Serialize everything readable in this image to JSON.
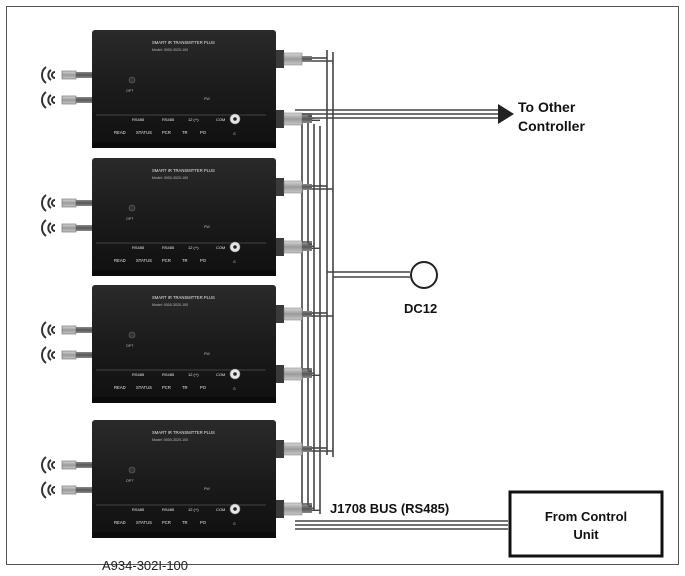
{
  "labels": {
    "to_other_controller_line1": "To Other",
    "to_other_controller_line2": "Controller",
    "dc_supply": "DC12",
    "bus": "J1708 BUS (RS485)",
    "from_control_unit_line1": "From Control",
    "from_control_unit_line2": "Unit",
    "part_number": "A934-302I-100"
  },
  "module": {
    "title": "SMART IR TRANSMITTER PLUS",
    "model": "Model: 0000-3020-100",
    "ir_port_label": "OPT",
    "power_label": "PW",
    "row1": [
      "RS485",
      "RS485",
      "12 (+)",
      "COM"
    ],
    "row2": [
      "READ",
      "STATUS",
      "PCR",
      "TR",
      "PO"
    ],
    "ground_label": "G"
  },
  "colors": {
    "module_body": "#1d1d1d",
    "module_shadow": "#0e0e0e",
    "cable": "#6a6a6a",
    "wire": "#444444",
    "background": "#ffffff"
  },
  "icons": {
    "ir_emitter": "ir-signal-icon",
    "dc_source": "dc-source-circle",
    "arrow": "arrow-right-icon"
  }
}
